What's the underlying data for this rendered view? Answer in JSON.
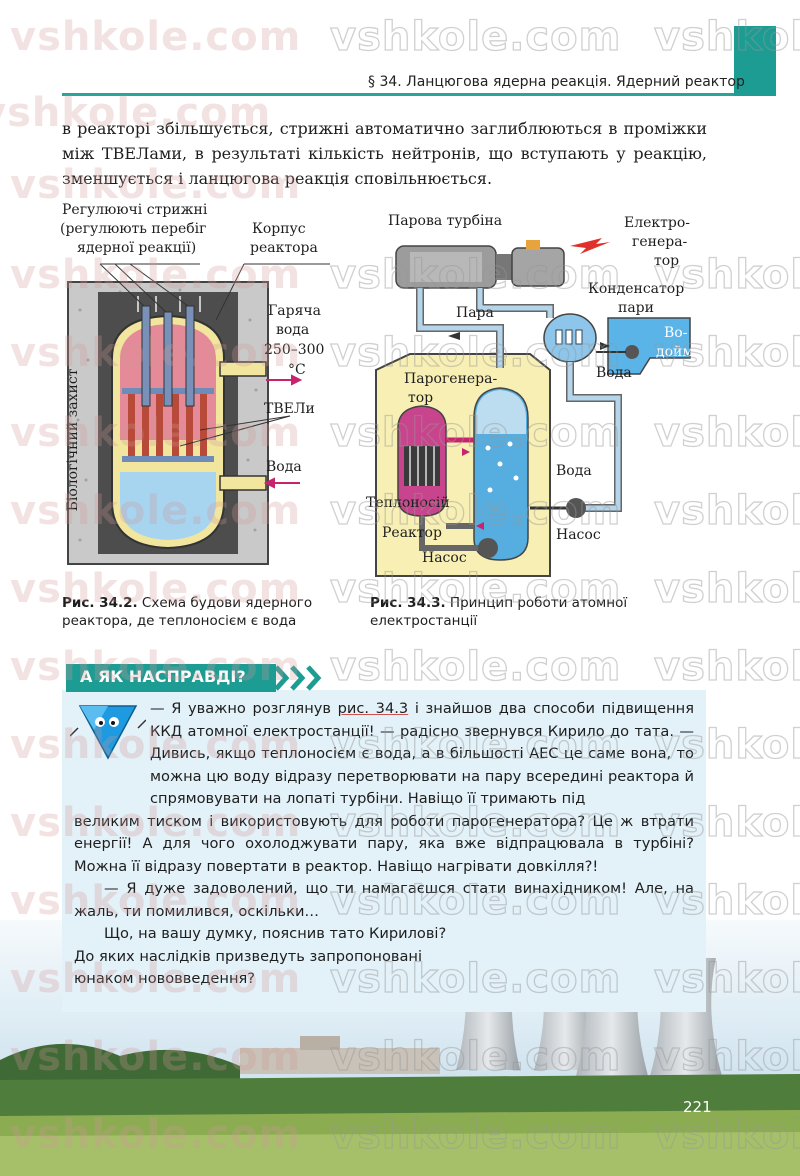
{
  "header": {
    "title": "§ 34. Ланцюгова ядерна реакція. Ядерний реактор"
  },
  "intro": "в реакторі збільшується, стрижні автоматично заглиблюються в проміжки між ТВЕЛами, в результаті кількість нейтронів, що вступають у реакцію, зменшується і ланцюгова реакція сповільнюється.",
  "fig1": {
    "labels": {
      "rods_1": "Регулюючі стрижні",
      "rods_2": "(регулюють перебіг",
      "rods_3": "ядерної реакції)",
      "case_1": "Корпус",
      "case_2": "реактора",
      "hot_1": "Гаряча",
      "hot_2": "вода",
      "hot_3": "250–300",
      "hot_4": "°C",
      "fuel": "ТВЕЛи",
      "water": "Вода",
      "shield": "Біологічний захист"
    },
    "caption_num": "Рис. 34.2.",
    "caption_1": "Схема будови ядерного",
    "caption_2": "реактора, де теплоносієм є вода"
  },
  "fig2": {
    "labels": {
      "turbine": "Парова турбіна",
      "gen_1": "Електро-",
      "gen_2": "генера-",
      "gen_3": "тор",
      "cond_1": "Конденсатор",
      "cond_2": "пари",
      "steam": "Пара",
      "res_1": "Во-",
      "res_2": "дойма",
      "water_r": "Вода",
      "sg_1": "Парогенера-",
      "sg_2": "тор",
      "water_p": "Вода",
      "coolant": "Теплоносій",
      "reactor": "Реактор",
      "pump_1": "Насос",
      "pump_2": "Насос"
    },
    "caption_num": "Рис. 34.3.",
    "caption_1": "Принцип роботи атомної",
    "caption_2": "електростанції"
  },
  "box": {
    "title": "А ЯК НАСПРАВДІ?",
    "p1_a": "— Я уважно розглянув ",
    "p1_ref": "рис. 34.3",
    "p1_b": " і знайшов два способи підвищення ККД атомної електростанції! — радісно звернувся Кирило до тата. — Дивись, якщо теплоносієм є вода, а в більшості АЕС це саме вона, то можна цю воду відразу перетворювати на пару всередині реактора й спрямовувати на лопаті турбіни. Навіщо її тримають під",
    "p2": "великим тиском і використовують для роботи парогенератора? Це ж втрати енергії! А для чого охолоджувати пару, яка вже відпрацювала в турбіні? Можна її відразу повертати в реактор. Навіщо нагрівати довкілля?!",
    "p3": "— Я дуже задоволений, що ти намагаєшся стати винахідником! Але, на жаль, ти помилився, оскільки…",
    "p4": "Що, на вашу думку, пояснив тато Кирилові? До яких наслідків призведуть запропоновані юнаком нововведення?"
  },
  "page_number": "221",
  "watermark": "vshkole.com",
  "colors": {
    "accent": "#1d9c93",
    "box_bg": "#e3f1f8",
    "hot": "#e07f8f",
    "cold": "#8cc7ea",
    "arrow": "#c8246e"
  }
}
